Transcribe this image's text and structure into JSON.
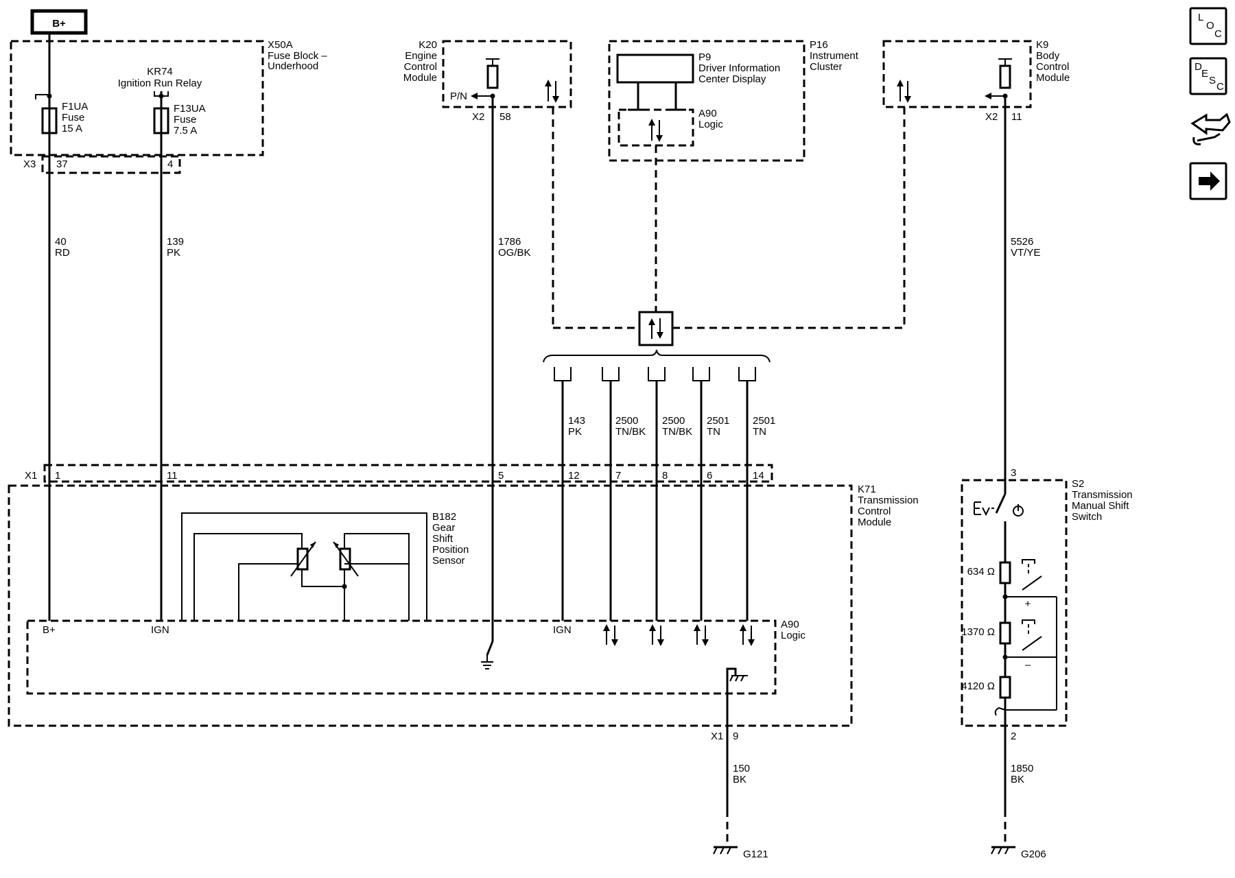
{
  "power": {
    "label": "B+"
  },
  "fuse_block": {
    "id": "X50A",
    "name": [
      "Fuse Block –",
      "Underhood"
    ],
    "relay": {
      "id": "KR74",
      "name": "Ignition Run Relay"
    },
    "fuse1": {
      "id": "F1UA",
      "type": "Fuse",
      "rating": "15 A"
    },
    "fuse2": {
      "id": "F13UA",
      "type": "Fuse",
      "rating": "7.5 A"
    },
    "connector": "X3",
    "pin1": "37",
    "pin2": "4"
  },
  "ecm": {
    "id": "K20",
    "name": [
      "Engine",
      "Control",
      "Module"
    ],
    "signal": "P/N",
    "connector": "X2",
    "pin": "58"
  },
  "cluster": {
    "id": "P16",
    "name": [
      "Instrument",
      "Cluster"
    ],
    "display": {
      "id": "P9",
      "name": [
        "Driver Information",
        "Center Display"
      ]
    },
    "logic": {
      "id": "A90",
      "name": "Logic"
    }
  },
  "bcm": {
    "id": "K9",
    "name": [
      "Body",
      "Control",
      "Module"
    ],
    "connector": "X2",
    "pin": "11"
  },
  "wires": {
    "w40": {
      "circuit": "40",
      "color": "RD"
    },
    "w139": {
      "circuit": "139",
      "color": "PK"
    },
    "w1786": {
      "circuit": "1786",
      "color": "OG/BK"
    },
    "w5526": {
      "circuit": "5526",
      "color": "VT/YE"
    },
    "w143": {
      "circuit": "143",
      "color": "PK"
    },
    "w2500a": {
      "circuit": "2500",
      "color": "TN/BK"
    },
    "w2500b": {
      "circuit": "2500",
      "color": "TN/BK"
    },
    "w2501a": {
      "circuit": "2501",
      "color": "TN"
    },
    "w2501b": {
      "circuit": "2501",
      "color": "TN"
    },
    "w150": {
      "circuit": "150",
      "color": "BK"
    },
    "w1850": {
      "circuit": "1850",
      "color": "BK"
    }
  },
  "tcm": {
    "id": "K71",
    "name": [
      "Transmission",
      "Control",
      "Module"
    ],
    "connector": "X1",
    "pins": {
      "p1": "1",
      "p11": "11",
      "p5": "5",
      "p12": "12",
      "p7": "7",
      "p8": "8",
      "p6": "6",
      "p14": "14"
    },
    "ground_connector": "X1",
    "ground_pin": "9",
    "logic": {
      "id": "A90",
      "name": "Logic",
      "bplus": "B+",
      "ign1": "IGN",
      "ign2": "IGN"
    }
  },
  "sensor": {
    "id": "B182",
    "name": [
      "Gear",
      "Shift",
      "Position",
      "Sensor"
    ]
  },
  "switch": {
    "id": "S2",
    "name": [
      "Transmission",
      "Manual Shift",
      "Switch"
    ],
    "pin_top": "3",
    "pin_bottom": "2",
    "r1": "634 Ω",
    "r2": "1370 Ω",
    "r3": "4120 Ω",
    "plus": "+",
    "minus": "–"
  },
  "grounds": {
    "g1": "G121",
    "g2": "G206"
  },
  "nav": {
    "loc": [
      "L",
      "O",
      "C"
    ],
    "desc": [
      "D",
      "E",
      "S",
      "C"
    ]
  }
}
